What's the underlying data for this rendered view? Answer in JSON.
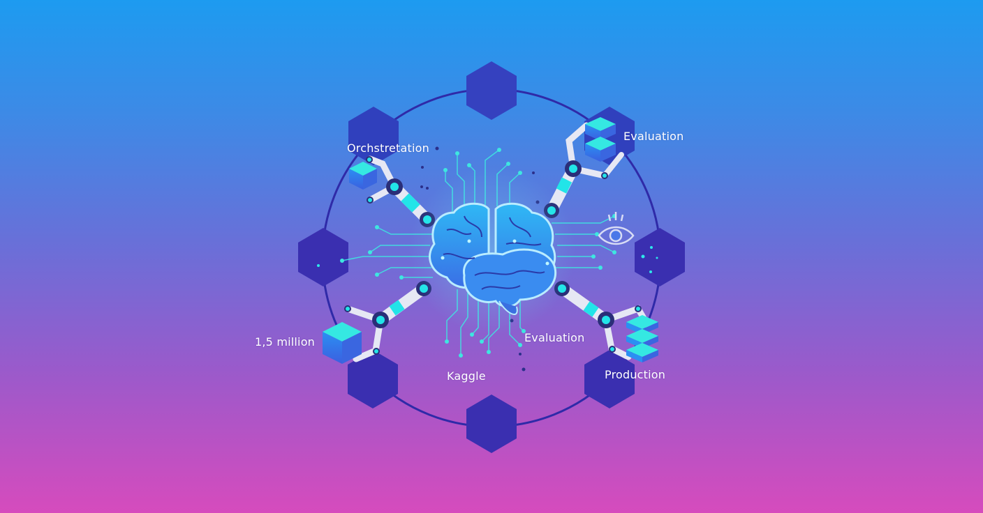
{
  "illustration": {
    "theme": "AI brain connected by robotic arms to hexagon nodes on a ring",
    "colors": {
      "background_top": "#1d9bf0",
      "background_mid": "#6a6fd8",
      "background_bottom": "#d64bbd",
      "hexagon_fill": "#3a2fb0",
      "ring_stroke": "#2f2aa8",
      "circuit_cyan": "#3ee6e0",
      "brain_fill": "#2f9cf2",
      "brain_outline": "#b9ecff",
      "arm_white": "#e6e8f4",
      "arm_joint": "#2a2e78",
      "joint_core": "#22e4e8",
      "cube_top": "#35e8e2",
      "cube_side": "#2b7ef0"
    },
    "icons": {
      "center": "brain-icon",
      "right": "eye-icon",
      "cubes": "cube-icon",
      "arms": "robotic-arm-icon"
    }
  },
  "labels": {
    "top_left": "Orchstretation",
    "top_right": "Evaluation",
    "left": "1,5 million",
    "center_right": "Evaluation",
    "bottom_center": "Kaggle",
    "bottom_right": "Production"
  }
}
